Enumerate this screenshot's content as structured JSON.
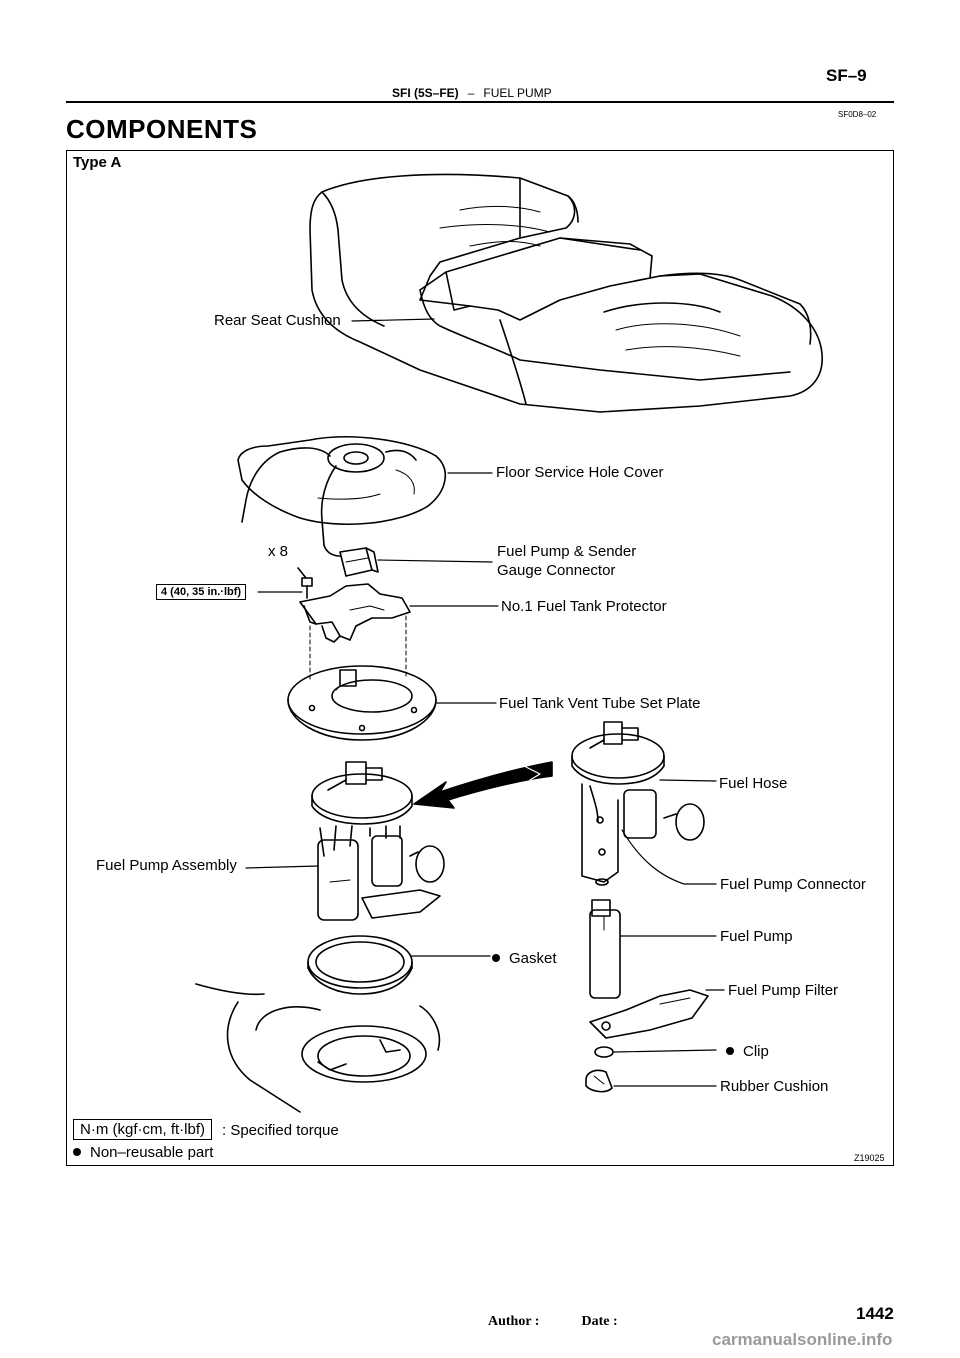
{
  "header": {
    "page_number": "SF–9",
    "section": "SFI (5S–FE)",
    "separator": "–",
    "subsection": "FUEL PUMP",
    "doc_code": "SF0D8–02"
  },
  "title": "COMPONENTS",
  "figure": {
    "type_label": "Type A",
    "figure_code": "Z19025",
    "labels": {
      "rear_seat_cushion": "Rear Seat Cushion",
      "floor_service_hole_cover": "Floor Service Hole Cover",
      "bolt_count": "x 8",
      "connector_line1": "Fuel Pump & Sender",
      "connector_line2": "Gauge Connector",
      "torque_spec": "4 (40, 35 in.·lbf)",
      "tank_protector": "No.1 Fuel Tank Protector",
      "vent_tube_plate": "Fuel Tank Vent Tube Set Plate",
      "fuel_hose": "Fuel Hose",
      "pump_assembly": "Fuel Pump Assembly",
      "pump_connector": "Fuel Pump Connector",
      "fuel_pump": "Fuel Pump",
      "gasket": "Gasket",
      "pump_filter": "Fuel Pump Filter",
      "clip": "Clip",
      "rubber_cushion": "Rubber Cushion"
    },
    "legend": {
      "torque_unit": "N·m (kgf·cm, ft·lbf)",
      "torque_text": ": Specified torque",
      "non_reusable": "Non–reusable part"
    }
  },
  "footer": {
    "author_label": "Author :",
    "date_label": "Date :",
    "page_total": "1442",
    "watermark": "carmanualsonline.info"
  }
}
